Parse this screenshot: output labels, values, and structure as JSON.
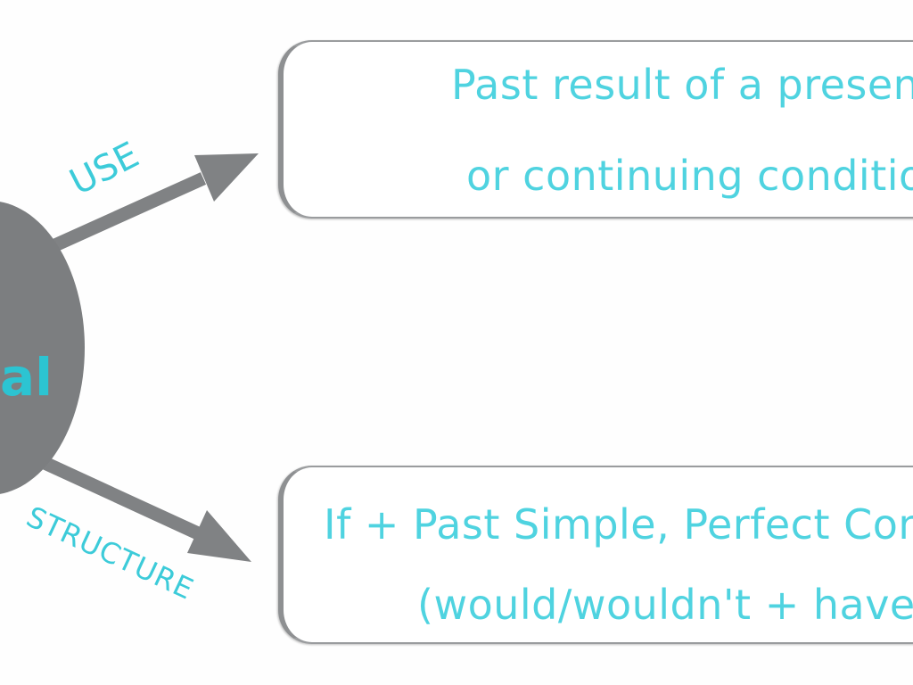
{
  "diagram": {
    "hub": {
      "label": "al"
    },
    "branches": [
      {
        "label": "USE",
        "lines": [
          "Past result of a present",
          "or continuing condition"
        ]
      },
      {
        "label": "STRUCTURE",
        "lines": [
          "If + Past Simple, Perfect Conditional",
          "(would/wouldn't + have + past participle)"
        ]
      }
    ],
    "colors": {
      "accent": "#3ccbd9",
      "hub": "#7c7e80",
      "arrow": "#808284",
      "border": "#9a9c9e"
    }
  }
}
